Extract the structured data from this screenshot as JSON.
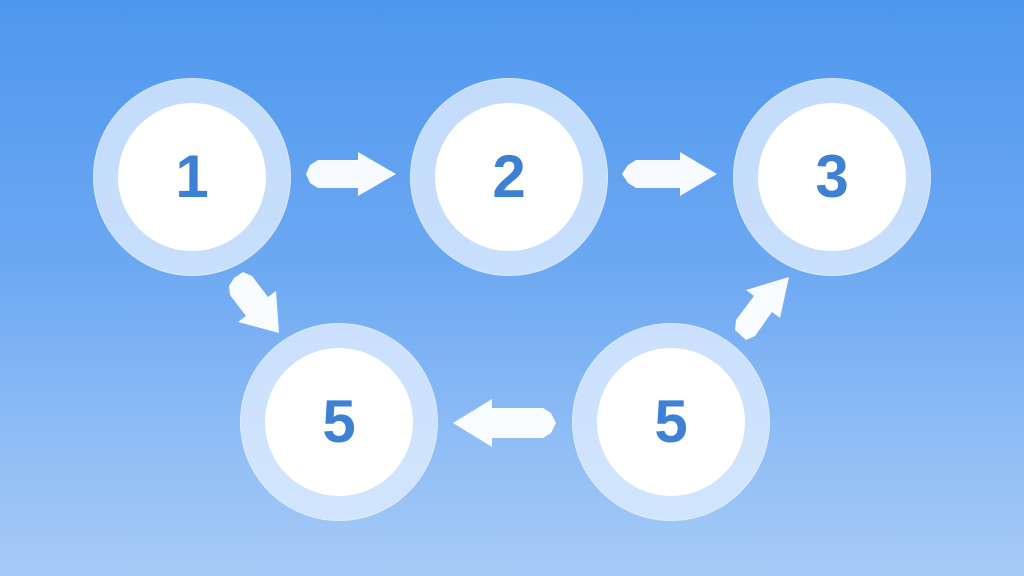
{
  "diagram": {
    "nodes": [
      {
        "id": "n1",
        "label": "1"
      },
      {
        "id": "n2",
        "label": "2"
      },
      {
        "id": "n3",
        "label": "3"
      },
      {
        "id": "n4",
        "label": "5"
      },
      {
        "id": "n5",
        "label": "5"
      }
    ],
    "edges": [
      {
        "from": "n1",
        "to": "n2"
      },
      {
        "from": "n2",
        "to": "n3"
      },
      {
        "from": "n1",
        "to": "n4"
      },
      {
        "from": "n5",
        "to": "n4"
      },
      {
        "from": "n5",
        "to": "n3"
      }
    ],
    "colors": {
      "background_top": "#4f97ef",
      "background_bottom": "#a6cbf7",
      "node_ring": "#deecff",
      "node_fill": "#ffffff",
      "number": "#3d80d4",
      "arrow": "#ffffff"
    }
  }
}
